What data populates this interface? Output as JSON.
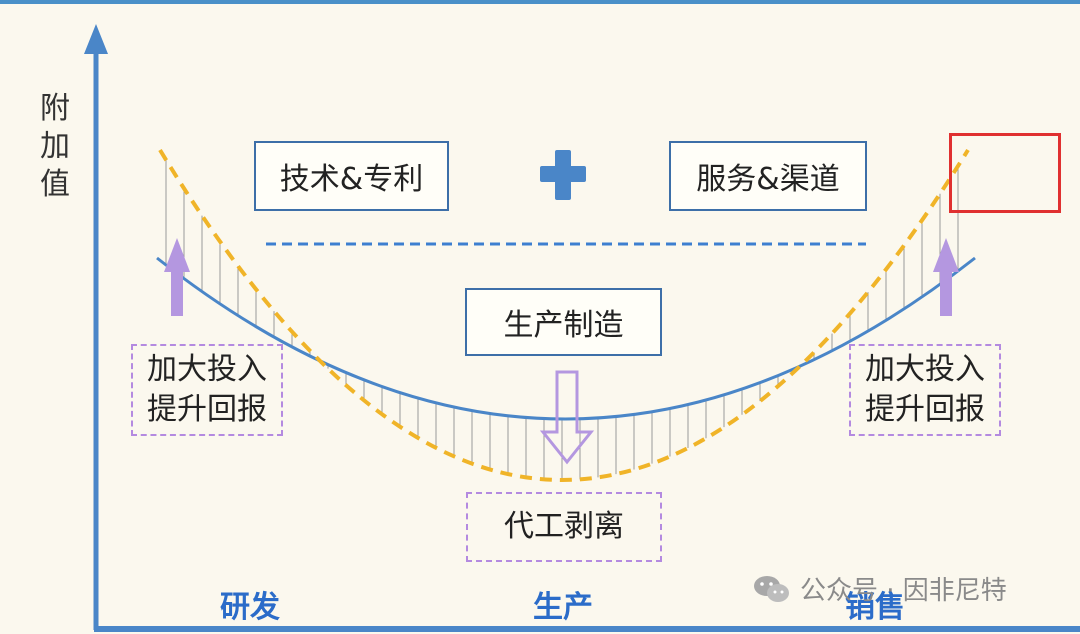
{
  "y_axis_label": "附加值",
  "boxes": {
    "tech": "技术&专利",
    "service": "服务&渠道",
    "manufacturing": "生产制造",
    "oem": "代工剥离"
  },
  "left_note": [
    "加大投入",
    "提升回报"
  ],
  "right_note": [
    "加大投入",
    "提升回报"
  ],
  "x_labels": [
    "研发",
    "生产",
    "销售"
  ],
  "watermark": "公众号 · 因非尼特",
  "colors": {
    "axis": "#4a86c8",
    "solid_curve": "#4a86c8",
    "dashed_curve": "#f0b428",
    "arrows": "#b497e0",
    "plus": "#4a86c8",
    "highlight": "#e03030"
  }
}
